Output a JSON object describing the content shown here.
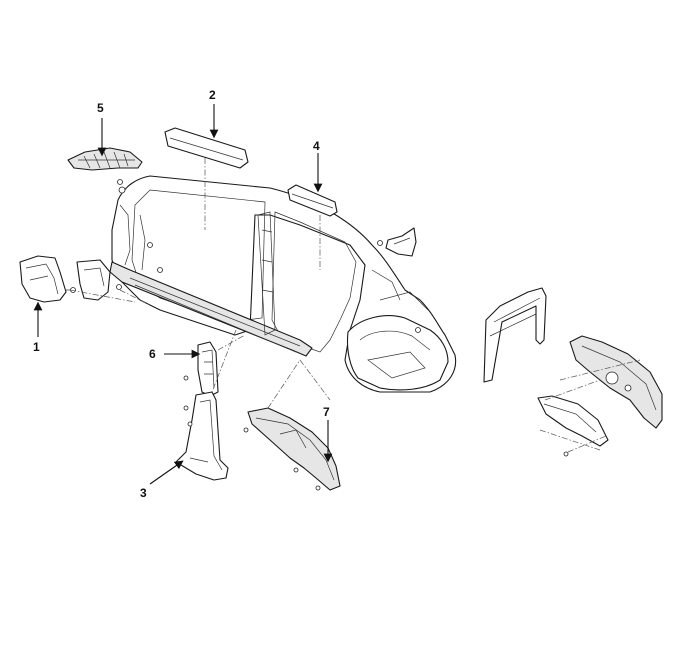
{
  "callouts": [
    {
      "id": "1",
      "label": "1"
    },
    {
      "id": "2",
      "label": "2"
    },
    {
      "id": "3",
      "label": "3"
    },
    {
      "id": "4",
      "label": "4"
    },
    {
      "id": "5",
      "label": "5"
    },
    {
      "id": "6",
      "label": "6"
    },
    {
      "id": "7",
      "label": "7"
    }
  ],
  "colors": {
    "line": "#1a1a1a",
    "background": "#ffffff",
    "shade": "#e6e6e6"
  }
}
